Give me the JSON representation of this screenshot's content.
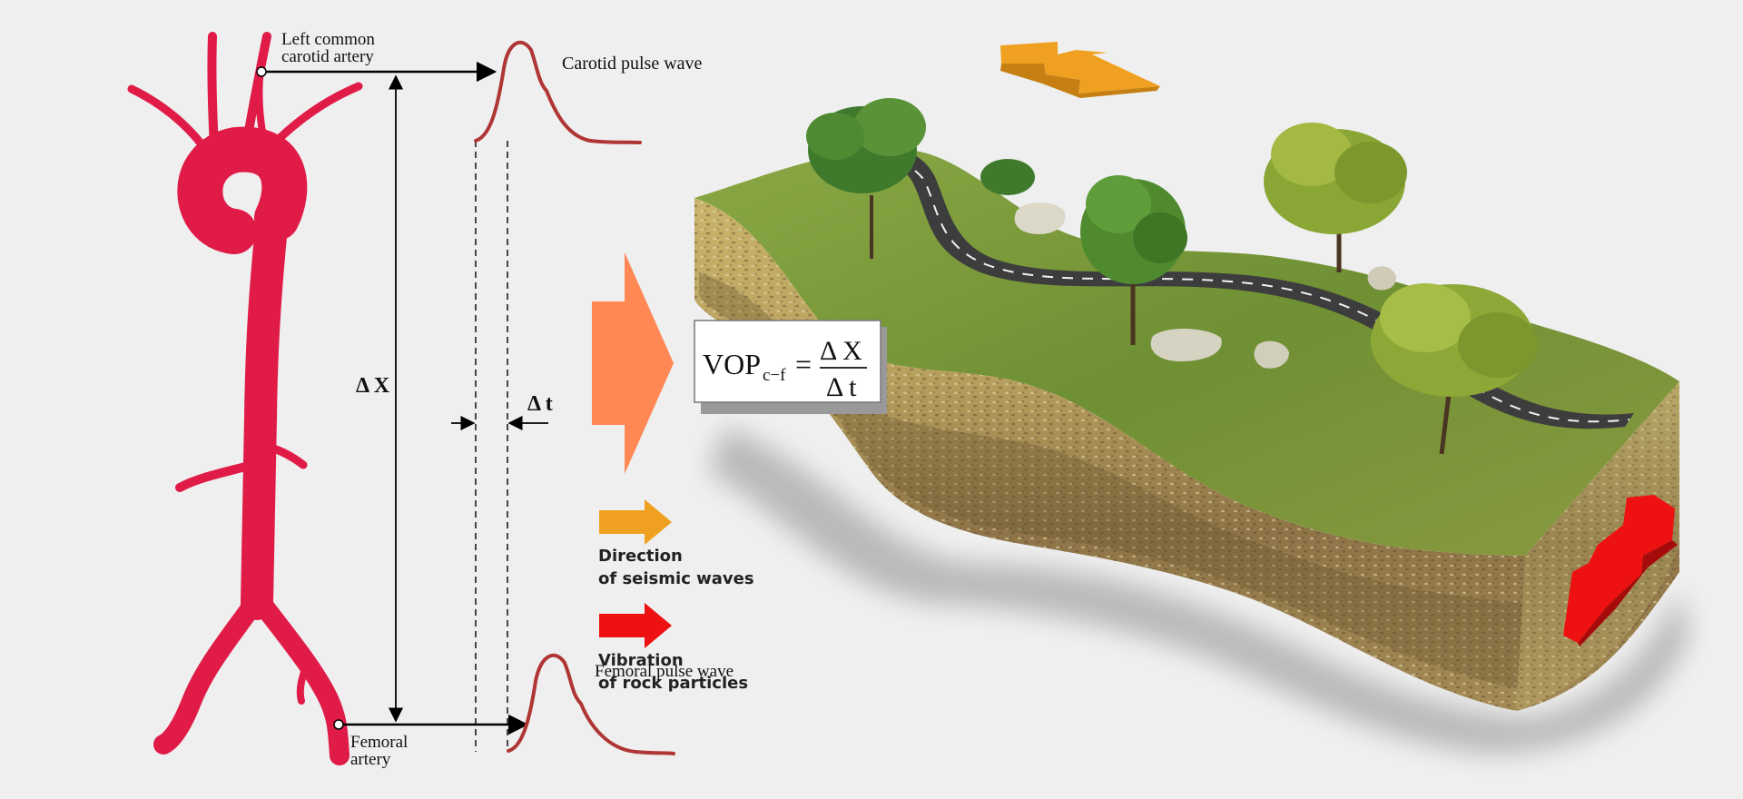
{
  "labels": {
    "carotid_artery_line1": "Left common",
    "carotid_artery_line2": "carotid artery",
    "carotid_pulse_wave": "Carotid pulse wave",
    "femoral_artery_line1": "Femoral",
    "femoral_artery_line2": "artery",
    "femoral_pulse_wave": "Femoral pulse wave",
    "delta_x": "Δ X",
    "delta_t": "Δ t"
  },
  "formula": {
    "lhs": "VOP",
    "subscript": "c−f",
    "equals": "=",
    "numerator": "Δ X",
    "denominator": "Δ t"
  },
  "legend": {
    "seismic_line1": "Direction",
    "seismic_line2": "of seismic waves",
    "vibration_line1": "Vibration",
    "vibration_line2": "of rock particles"
  },
  "colors": {
    "aorta": "#e01b47",
    "pulse_wave": "#b03535",
    "big_arrow": "#ff8855",
    "seismic_arrow": "#f0a020",
    "vibration_arrow": "#ee1111",
    "road": "#3d3d3d",
    "grass": "#7c9a3a",
    "soil": "#b39a5c"
  }
}
